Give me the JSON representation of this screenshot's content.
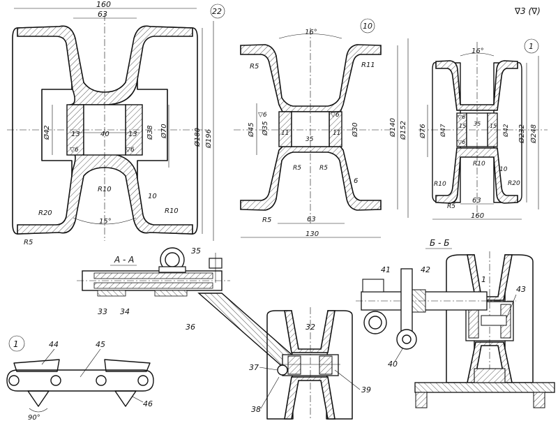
{
  "sheet": {
    "surface_mark": "∇3 (∇)",
    "part_22": {
      "callout": "22",
      "dims": {
        "overall_width": "160",
        "hub_width": "63",
        "d_bore": "Ø42",
        "d_hub_inner": "Ø38",
        "d_hub_outer": "Ø70",
        "d_rim": "Ø180",
        "d_max": "Ø196",
        "seg_left": "13",
        "seg_mid": "40",
        "seg_right": "13",
        "fillet_r10_center": "R10",
        "fillet_r10_side": "R10",
        "fillet_r20": "R20",
        "edge_r5": "R5",
        "web": "10",
        "angle": "15°",
        "surface_symbol": "▽6"
      }
    },
    "part_10": {
      "callout": "10",
      "dims": {
        "angle": "16°",
        "r5_top": "R5",
        "r11": "R11",
        "d_bore": "Ø45",
        "d_inner": "Ø35",
        "d_hub": "Ø30",
        "d_rim": "Ø140",
        "d_max": "Ø152",
        "seg_left": "11",
        "seg_mid": "35",
        "seg_right": "11",
        "r5_left": "R5",
        "r5_right": "R5",
        "r5_bottom": "R5",
        "web": "6",
        "hub_width": "63",
        "overall_width": "130",
        "surface_symbol": "▽6"
      }
    },
    "part_1_main": {
      "callout": "1",
      "dims": {
        "angle": "16°",
        "d_bore": "Ø76",
        "d_inner": "Ø47",
        "d_hub": "Ø42",
        "seg_left": "15",
        "seg_mid": "35",
        "seg_right": "15",
        "d_rim": "Ø232",
        "d_max": "Ø248",
        "r10_center": "R10",
        "web": "10",
        "r10_left": "R10",
        "r20": "R20",
        "r5": "R5",
        "hub_width": "63",
        "overall_width": "160",
        "surface_symbol": "▽6"
      }
    },
    "section_aa": {
      "title": "А - А",
      "labels": [
        "35",
        "33",
        "34",
        "36",
        "32",
        "37",
        "38",
        "39"
      ]
    },
    "section_bb": {
      "title": "Б - Б",
      "labels": [
        "41",
        "42",
        "1",
        "43",
        "40"
      ]
    },
    "chain": {
      "callout": "1",
      "labels": [
        "44",
        "45",
        "46"
      ],
      "angle": "90°"
    }
  }
}
